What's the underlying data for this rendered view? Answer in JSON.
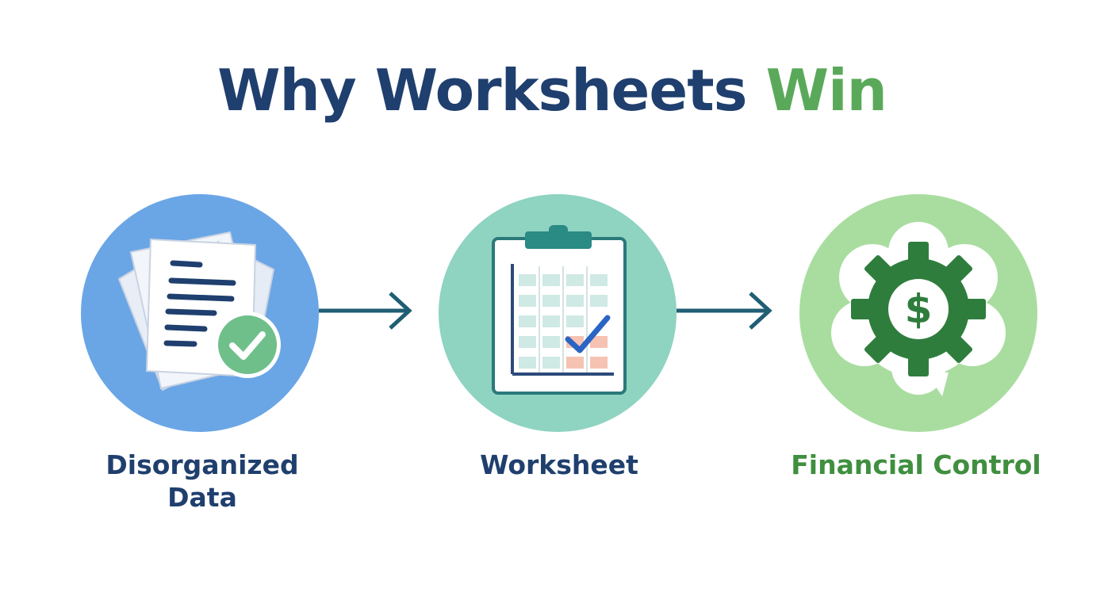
{
  "title": {
    "main": "Why Worksheets",
    "accent": "Win"
  },
  "steps": [
    {
      "label": "Disorganized Data",
      "icon": "documents-check-icon"
    },
    {
      "label": "Worksheet",
      "icon": "clipboard-chart-icon"
    },
    {
      "label": "Financial Control",
      "icon": "dollar-gear-icon"
    }
  ],
  "colors": {
    "title_main": "#1f3f6e",
    "title_accent": "#5aa95a",
    "circle_1": "#6aa6e6",
    "circle_2": "#8fd3c1",
    "circle_3": "#a9dda0",
    "arrow": "#1f5e73",
    "label_3": "#3f8f3f"
  }
}
